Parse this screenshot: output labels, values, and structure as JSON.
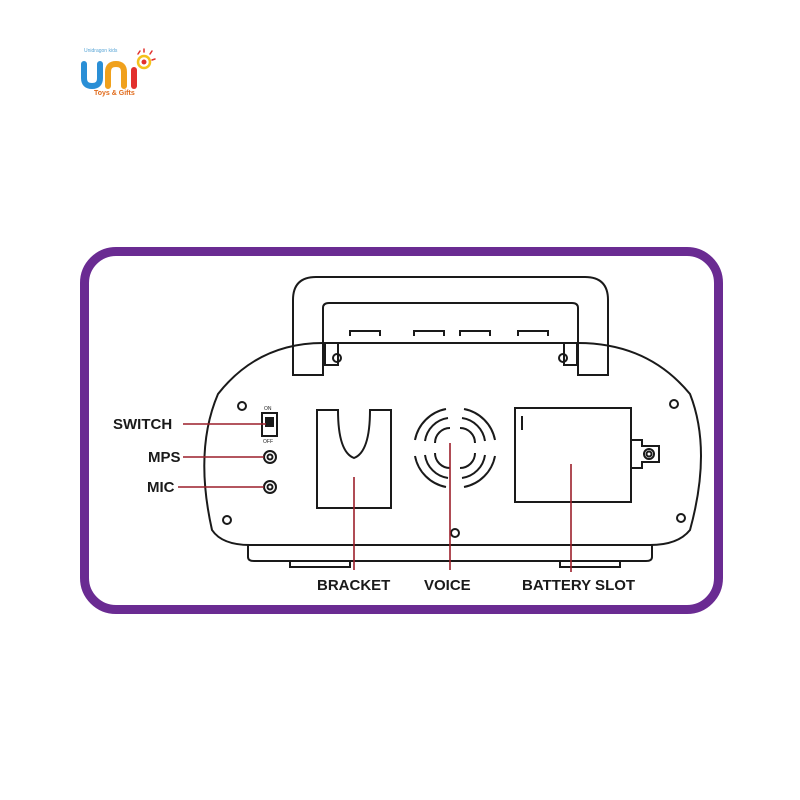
{
  "brand": {
    "tagline_top": "Unidragon kids",
    "name": "uni",
    "subtitle": "Toys & Gifts",
    "colors": {
      "u": "#2a8fd6",
      "n": "#f0a11c",
      "i": "#e2302d",
      "sun": "#f4c21c"
    }
  },
  "frame_color": "#6a2b92",
  "switch": {
    "on": "ON",
    "off": "OFF"
  },
  "labels": {
    "switch": "SWITCH",
    "mps": "MPS",
    "mic": "MIC",
    "bracket": "BRACKET",
    "voice": "VOICE",
    "battery_slot": "BATTERY SLOT"
  },
  "accent_line_color": "#9c1f2a"
}
